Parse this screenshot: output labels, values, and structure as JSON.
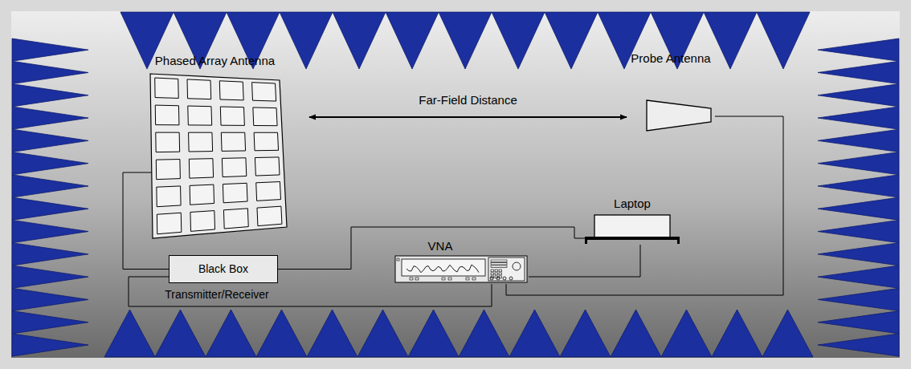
{
  "diagram": {
    "nodes": [
      {
        "text": [
          "Phased Array Antenna"
        ]
      },
      {
        "text": [
          "Probe Antenna"
        ]
      },
      {
        "text": [
          "Laptop"
        ]
      },
      {
        "text": [
          "VNA"
        ]
      },
      {
        "text": [
          "Black Box",
          "Transmitter/Receiver"
        ]
      }
    ],
    "edges": [
      {
        "from": 0,
        "to": 1,
        "arrow": "both",
        "label": "Far-Field Distance"
      },
      {
        "from": 0,
        "to": 4,
        "arrow": "none"
      },
      {
        "from": 4,
        "to": 2,
        "arrow": "none"
      },
      {
        "from": 4,
        "to": 3,
        "arrow": "none"
      },
      {
        "from": 2,
        "to": 3,
        "arrow": "none"
      },
      {
        "from": 1,
        "to": 3,
        "arrow": "none"
      }
    ]
  }
}
